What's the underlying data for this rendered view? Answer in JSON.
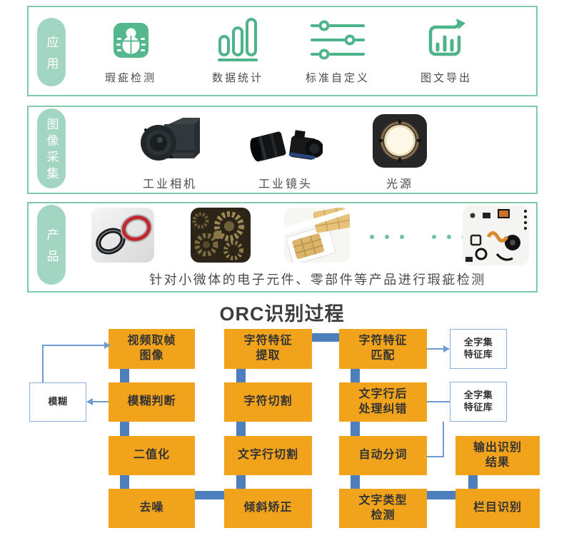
{
  "sections": [
    {
      "label": "应用",
      "items": [
        {
          "icon": "bug-icon",
          "label": "瑕疵检测"
        },
        {
          "icon": "bar-chart-icon",
          "label": "数据统计"
        },
        {
          "icon": "sliders-icon",
          "label": "标准自定义"
        },
        {
          "icon": "export-chart-icon",
          "label": "图文导出"
        }
      ]
    },
    {
      "label": "图像采集",
      "items": [
        {
          "icon": "industrial-camera-photo",
          "label": "工业相机"
        },
        {
          "icon": "industrial-lens-photo",
          "label": "工业镜头"
        },
        {
          "icon": "light-source-photo",
          "label": "光源"
        }
      ]
    },
    {
      "label": "产品",
      "images": [
        "bearing-rings-photo",
        "gears-photo",
        "sim-cards-photo",
        "pcb-parts-photo"
      ],
      "caption": "针对小微体的电子元件、零部件等产品进行瑕疵检测"
    }
  ],
  "flowchart": {
    "title": "ORC识别过程",
    "boxes": [
      {
        "label": "视频取帧\n图像",
        "type": "process"
      },
      {
        "label": "模糊判断",
        "type": "process"
      },
      {
        "label": "二值化",
        "type": "process"
      },
      {
        "label": "去噪",
        "type": "process"
      },
      {
        "label": "字符特征\n提取",
        "type": "process"
      },
      {
        "label": "字符切割",
        "type": "process"
      },
      {
        "label": "文字行切割",
        "type": "process"
      },
      {
        "label": "倾斜矫正",
        "type": "process"
      },
      {
        "label": "字符特征\n匹配",
        "type": "process"
      },
      {
        "label": "文字行后\n处理纠错",
        "type": "process"
      },
      {
        "label": "自动分词",
        "type": "process"
      },
      {
        "label": "文字类型\n检测",
        "type": "process"
      },
      {
        "label": "全字集\n特征库",
        "type": "reference"
      },
      {
        "label": "全字集\n特征库",
        "type": "reference"
      },
      {
        "label": "输出识别\n结果",
        "type": "process"
      },
      {
        "label": "栏目识别",
        "type": "process"
      },
      {
        "label": "模糊",
        "type": "reference"
      }
    ]
  },
  "colors": {
    "section_border_green": "#7ecbaa",
    "pill_green": "#a2d6c2",
    "icon_green": "#4db38a",
    "icon_fill_green": "#55b78e",
    "process_orange": "#f2a31c",
    "connector_blue": "#4e7fbd",
    "thin_line_blue": "#6f9bd1",
    "dot_teal": "#6fc3a4"
  }
}
